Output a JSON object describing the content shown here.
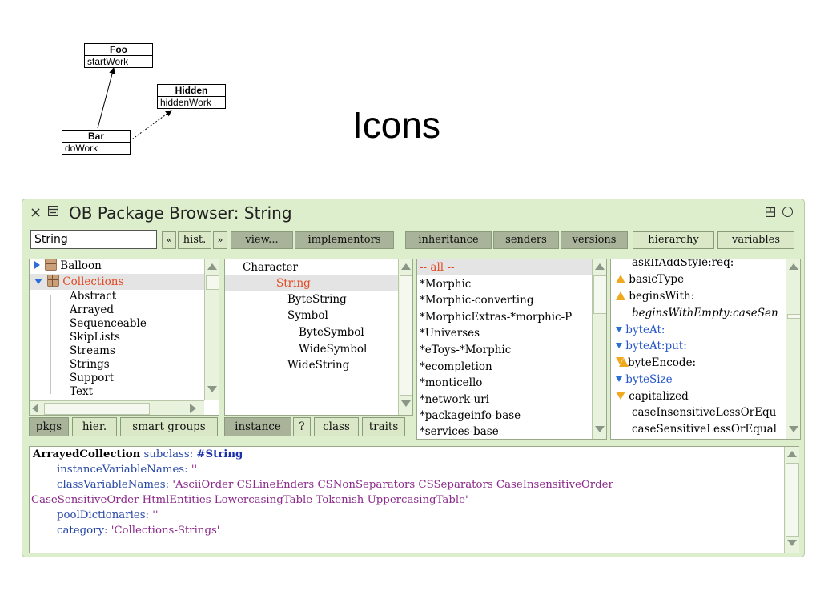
{
  "diagram": {
    "classes": [
      {
        "name": "Foo",
        "method": "startWork"
      },
      {
        "name": "Hidden",
        "method": "hiddenWork"
      },
      {
        "name": "Bar",
        "method": "doWork"
      }
    ]
  },
  "slide": {
    "title": "Icons"
  },
  "window": {
    "title": "OB Package Browser: String",
    "close_glyph": "×"
  },
  "toolbar": {
    "search_value": "String",
    "back_label": "«",
    "hist_label": "hist.",
    "forward_label": "»",
    "buttons": [
      "view...",
      "implementors",
      "inheritance",
      "senders",
      "versions",
      "hierarchy",
      "variables"
    ]
  },
  "packages": {
    "items": [
      {
        "label": "Balloon",
        "expanded": false
      },
      {
        "label": "Collections",
        "expanded": true
      },
      {
        "label": "Abstract"
      },
      {
        "label": "Arrayed"
      },
      {
        "label": "Sequenceable"
      },
      {
        "label": "SkipLists"
      },
      {
        "label": "Streams"
      },
      {
        "label": "Strings"
      },
      {
        "label": "Support"
      },
      {
        "label": "Text"
      }
    ],
    "buttons": [
      "pkgs",
      "hier.",
      "smart groups"
    ]
  },
  "classes": {
    "items": [
      "Character",
      "String",
      "ByteString",
      "Symbol",
      "ByteSymbol",
      "WideSymbol",
      "WideString"
    ],
    "buttons": [
      "instance",
      "?",
      "class",
      "traits"
    ]
  },
  "categories": {
    "items": [
      "-- all --",
      "*Morphic",
      "*Morphic-converting",
      "*MorphicExtras-*morphic-P",
      "*Universes",
      "*eToys-*Morphic",
      "*ecompletion",
      "*monticello",
      "*network-uri",
      "*packageinfo-base",
      "*services-base"
    ]
  },
  "methods": {
    "items": [
      {
        "label": "askIfAddStyle:req:",
        "icon": "none",
        "style": "normal"
      },
      {
        "label": "basicType",
        "icon": "up-triangle-icon",
        "style": "normal"
      },
      {
        "label": "beginsWith:",
        "icon": "up-triangle-icon",
        "style": "normal"
      },
      {
        "label": "beginsWithEmpty:caseSen",
        "icon": "none",
        "style": "italic"
      },
      {
        "label": "byteAt:",
        "icon": "blue-down-triangle-icon",
        "style": "blue"
      },
      {
        "label": "byteAt:put:",
        "icon": "blue-down-triangle-icon",
        "style": "blue"
      },
      {
        "label": "byteEncode:",
        "icon": "up-down-triangle-icon",
        "style": "normal"
      },
      {
        "label": "byteSize",
        "icon": "blue-down-triangle-icon",
        "style": "blue"
      },
      {
        "label": "capitalized",
        "icon": "down-triangle-icon",
        "style": "normal"
      },
      {
        "label": "caseInsensitiveLessOrEqu",
        "icon": "none",
        "style": "normal"
      },
      {
        "label": "caseSensitiveLessOrEqual",
        "icon": "none",
        "style": "normal"
      }
    ]
  },
  "code": {
    "superclass": "ArrayedCollection",
    "subclass_kw": "subclass:",
    "class_symbol": "#String",
    "ivar_kw": "instanceVariableNames:",
    "ivar_val": "''",
    "cvar_kw": "classVariableNames:",
    "cvar_val_1": "'AsciiOrder CSLineEnders CSNonSeparators CSSeparators CaseInsensitiveOrder",
    "cvar_val_2": "CaseSensitiveOrder HtmlEntities LowercasingTable Tokenish UppercasingTable'",
    "pool_kw": "poolDictionaries:",
    "pool_val": "''",
    "cat_kw": "category:",
    "cat_val": "'Collections-Strings'"
  }
}
